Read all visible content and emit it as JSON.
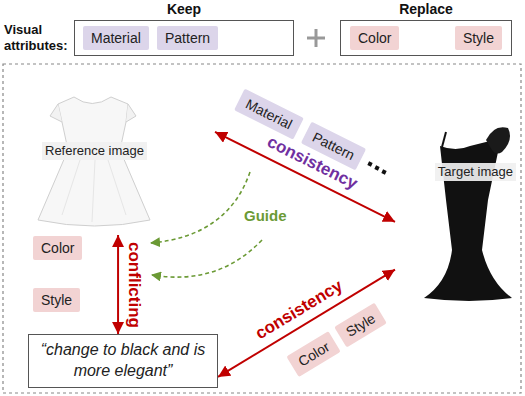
{
  "diagram": {
    "nodes": [
      {
        "text": [
          "Keep"
        ]
      },
      {
        "text": [
          "Material"
        ],
        "in": 0
      },
      {
        "text": [
          "Pattern"
        ],
        "in": 0
      },
      {
        "text": [
          "Replace"
        ]
      },
      {
        "text": [
          "Color"
        ],
        "in": 3
      },
      {
        "text": [
          "Style"
        ],
        "in": 3
      },
      {
        "text": [
          "Reference image"
        ]
      },
      {
        "text": [
          "Material"
        ]
      },
      {
        "text": [
          "Pattern"
        ]
      },
      {
        "text": [
          "Target image"
        ]
      },
      {
        "text": [
          "Color"
        ]
      },
      {
        "text": [
          "Style"
        ]
      },
      {
        "text": [
          "Color"
        ]
      },
      {
        "text": [
          "Style"
        ]
      },
      {
        "text": [
          "“change to black and is more elegant”"
        ]
      }
    ],
    "edges": [
      {
        "from": 6,
        "to": 9,
        "label": "consistency",
        "arrow": "both"
      },
      {
        "from": 6,
        "to": 14,
        "label": "conflicting",
        "arrow": "both"
      },
      {
        "from": 14,
        "to": 9,
        "label": "consistency",
        "arrow": "both"
      }
    ],
    "labels": [
      "Visual attributes:",
      "Guide"
    ]
  }
}
